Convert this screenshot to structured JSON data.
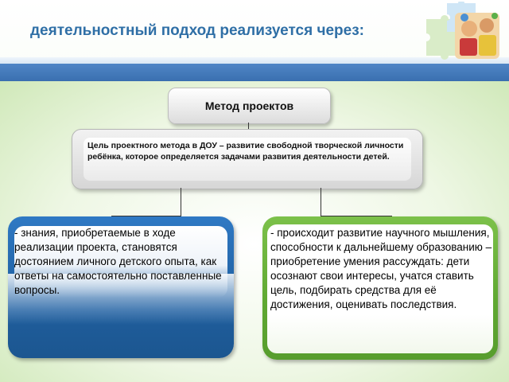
{
  "title": "деятельностный подход реализуется через:",
  "method_box": {
    "label": "Метод проектов"
  },
  "goal_box": {
    "text": "Цель проектного метода в ДОУ – развитие свободной творческой личности ребёнка, которое определяется задачами развития деятельности детей."
  },
  "left_box": {
    "text": "- знания, приобретаемые в ходе реализации проекта, становятся достоянием личного детского опыта, как ответы на самостоятельно поставленные вопросы."
  },
  "right_box": {
    "text": "- происходит развитие научного мышления, способности к дальнейшему образованию – приобретение умения рассуждать: дети осознают свои интересы, учатся ставить цель, подбирать средства для её достижения, оценивать последствия."
  },
  "colors": {
    "title": "#2f6fa6",
    "band": "#3a6fb0",
    "left_box": "#2a6fb5",
    "right_box": "#6cb53c"
  },
  "logo": {
    "icon": "puzzle-children-photo-icon"
  }
}
